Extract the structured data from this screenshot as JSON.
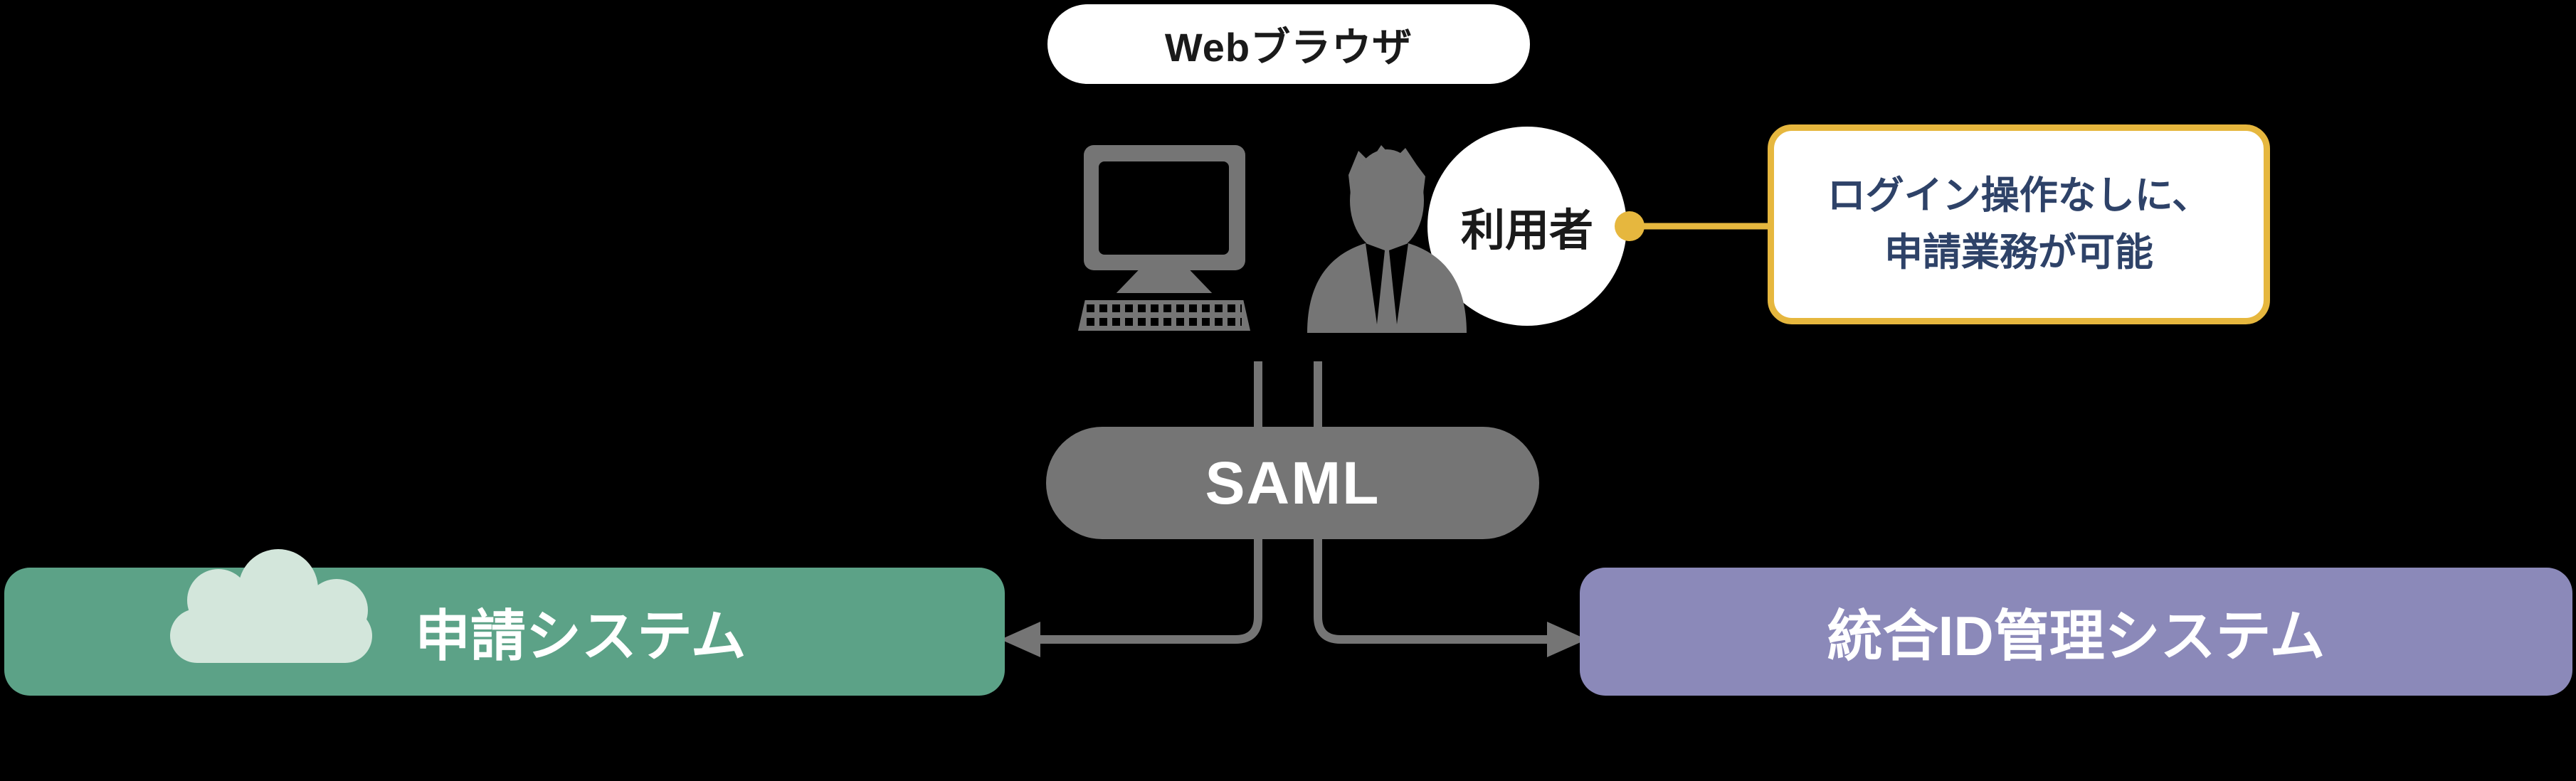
{
  "colors": {
    "bg": "#000000",
    "gray": "#757575",
    "white": "#ffffff",
    "ink": "#1a1a1a",
    "green": "#5ca287",
    "cloud": "#d3e6db",
    "purple": "#8b89b9",
    "yellow": "#e6b73e",
    "navy": "#2e4268"
  },
  "nodes": {
    "browser": {
      "label": "Webブラウザ"
    },
    "user": {
      "label": "利用者"
    },
    "protocol": {
      "label": "SAML"
    },
    "app_system": {
      "label": "申請システム"
    },
    "id_system": {
      "label": "統合ID管理システム"
    }
  },
  "callout": {
    "line1": "ログイン操作なしに、",
    "line2": "申請業務が可能"
  },
  "icons": {
    "computer": "desktop-computer-icon",
    "person": "business-person-icon",
    "cloud": "cloud-icon",
    "dot": "connector-dot"
  }
}
